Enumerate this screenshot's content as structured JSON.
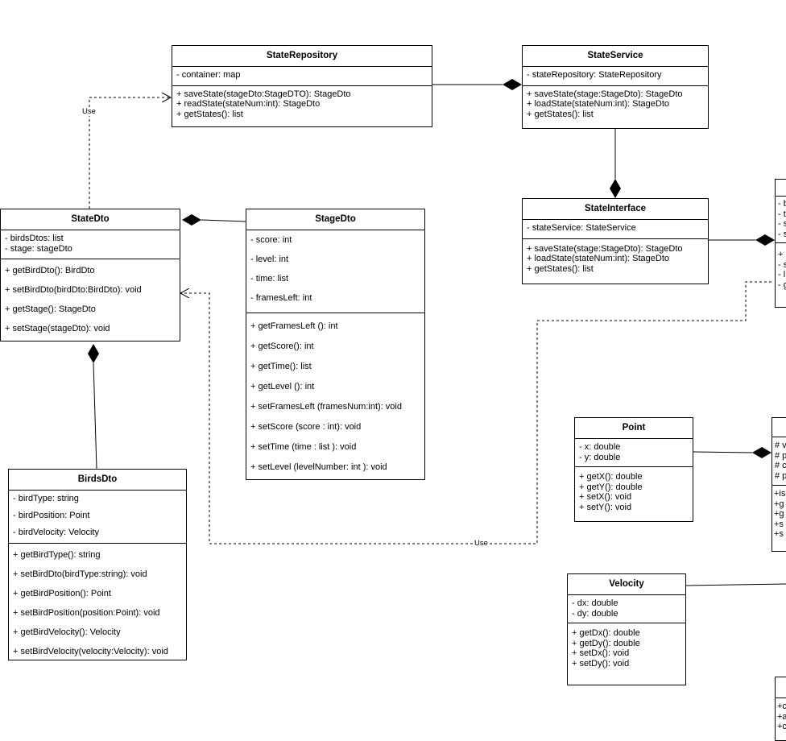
{
  "classes": {
    "state_repository": {
      "name": "StateRepository",
      "attributes": [
        "- container: map"
      ],
      "methods": [
        "+ saveState(stageDto:StageDTO): StageDto",
        "+ readState(stateNum:int): StageDto",
        "+ getStates(): list"
      ]
    },
    "state_service": {
      "name": "StateService",
      "attributes": [
        "- stateRepository: StateRepository"
      ],
      "methods": [
        "+ saveState(stage:StageDto): StageDto",
        "+ loadState(stateNum:int): StageDto",
        "+ getStates(): list"
      ]
    },
    "state_interface": {
      "name": "StateInterface",
      "attributes": [
        "- stateService: StateService"
      ],
      "methods": [
        "+ saveState(stage:StageDto): StageDto",
        "+ loadState(stateNum:int): StageDto",
        "+ getStates(): list"
      ]
    },
    "state_dto": {
      "name": "StateDto",
      "attributes": [
        "- birdsDtos: list",
        "- stage: stageDto"
      ],
      "methods": [
        "+ getBirdDto(): BirdDto",
        "+ setBirdDto(birdDto:BirdDto): void",
        "+ getStage(): StageDto",
        "+ setStage(stageDto): void"
      ]
    },
    "stage_dto": {
      "name": "StageDto",
      "attributes": [
        "- score: int",
        "- level: int",
        "- time: list",
        "- framesLeft: int"
      ],
      "methods": [
        "+ getFramesLeft (): int",
        "+ getScore(): int",
        "+ getTime(): list",
        "+ getLevel (): int",
        "+ setFramesLeft (framesNum:int): void",
        "+ setScore (score : int): void",
        "+ setTime (time : list ): void",
        "+ setLevel (levelNumber: int ): void"
      ]
    },
    "birds_dto": {
      "name": "BirdsDto",
      "attributes": [
        "- birdType: string",
        "- birdPosition: Point",
        "- birdVelocity: Velocity"
      ],
      "methods": [
        "+ getBirdType(): string",
        "+ setBirdDto(birdType:string): void",
        "+ getBirdPosition(): Point",
        "+ setBirdPosition(position:Point): void",
        "+ getBirdVelocity(): Velocity",
        "+ setBirdVelocity(velocity:Velocity): void"
      ]
    },
    "point": {
      "name": "Point",
      "attributes": [
        "- x: double",
        "- y: double"
      ],
      "methods": [
        "+ getX(): double",
        "+ getY(): double",
        "+ setX(): void",
        "+ setY(): void"
      ]
    },
    "velocity": {
      "name": "Velocity",
      "attributes": [
        "- dx: double",
        "- dy: double"
      ],
      "methods": [
        "+ getDx(): double",
        "+ getDy(): double",
        "+ setDx(): void",
        "+ setDy(): void"
      ]
    },
    "cut_class_top": {
      "name": "",
      "attributes": [
        "- b",
        "- t",
        "- s",
        "- s"
      ],
      "methods": [
        "+",
        "- s",
        "- l",
        "- g"
      ]
    },
    "cut_class_mid": {
      "name": "",
      "attributes": [
        "# v",
        "# p",
        "# c",
        "# p"
      ],
      "methods": [
        "+is",
        "+g",
        "+g",
        "+s",
        "+s"
      ]
    },
    "cut_class_bottom": {
      "name": "",
      "attributes": [],
      "methods": [
        "+c",
        "+a",
        "+c"
      ]
    }
  },
  "edge_labels": {
    "use_top": "Use",
    "use_bottom": "Use"
  }
}
